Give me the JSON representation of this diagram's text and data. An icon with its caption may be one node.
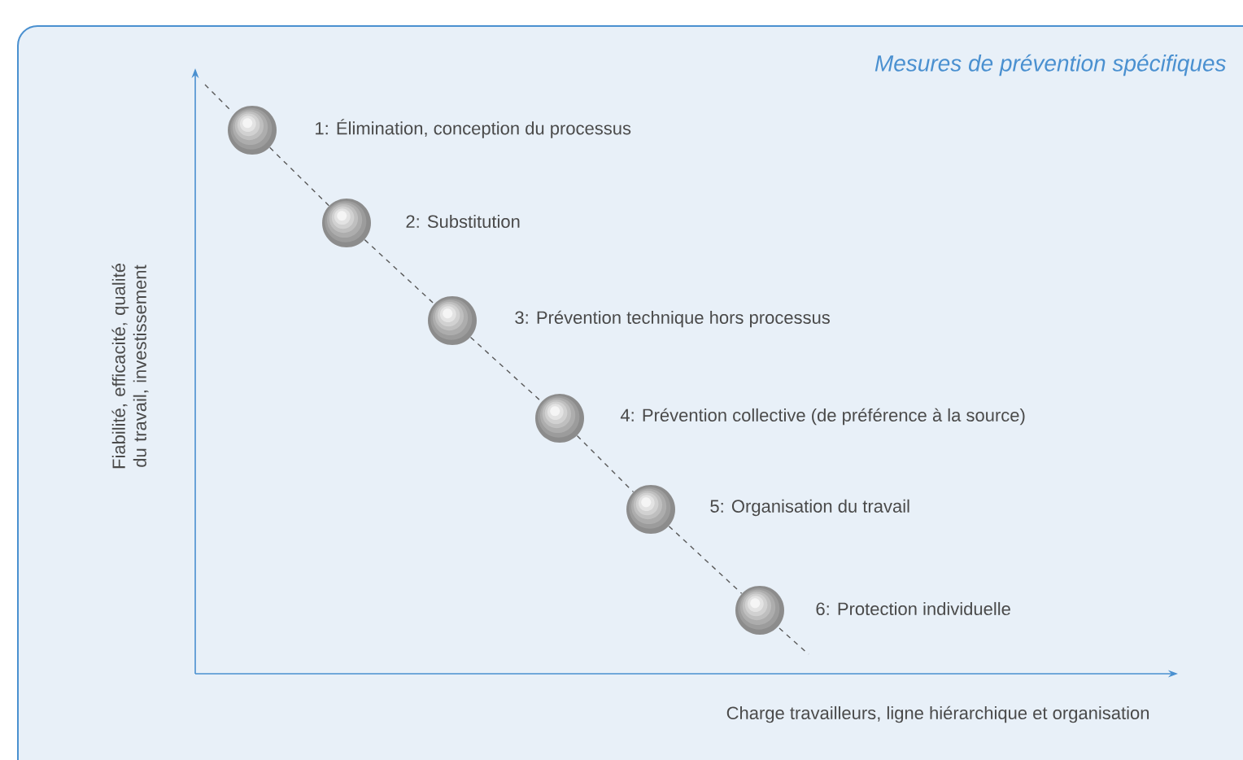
{
  "diagram": {
    "title": "Mesures de prévention spécifiques",
    "nodes": [
      {
        "text": [],
        "shape": "circle",
        "beside": [
          "1: Élimination, conception du processus"
        ]
      },
      {
        "text": [],
        "shape": "circle",
        "beside": [
          "2: Substitution"
        ]
      },
      {
        "text": [],
        "shape": "circle",
        "beside": [
          "3: Prévention technique hors processus"
        ]
      },
      {
        "text": [],
        "shape": "circle",
        "beside": [
          "4: Prévention collective (de préférence à la source)"
        ]
      },
      {
        "text": [],
        "shape": "circle",
        "beside": [
          "5: Organisation du travail"
        ]
      },
      {
        "text": [],
        "shape": "circle",
        "beside": [
          "6: Protection individuelle"
        ]
      }
    ],
    "edges": [
      {
        "from": 0,
        "to": 1,
        "arrow": "none",
        "style": "dashed"
      },
      {
        "from": 1,
        "to": 2,
        "arrow": "none",
        "style": "dashed"
      },
      {
        "from": 2,
        "to": 3,
        "arrow": "none",
        "style": "dashed"
      },
      {
        "from": 3,
        "to": 4,
        "arrow": "none",
        "style": "dashed"
      },
      {
        "from": 4,
        "to": 5,
        "arrow": "none",
        "style": "dashed"
      }
    ],
    "labels": [
      "Fiabilité, efficacité, qualité du travail, investissement",
      "Charge travailleurs, ligne hiérarchique et organisation"
    ]
  }
}
